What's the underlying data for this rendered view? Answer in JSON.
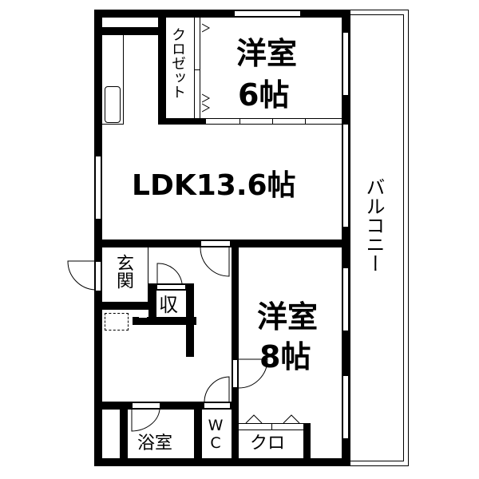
{
  "floor_plan": {
    "rooms": {
      "western_room_1": {
        "name": "洋室",
        "size": "6帖"
      },
      "ldk": {
        "label": "LDK13.6帖"
      },
      "western_room_2": {
        "name": "洋室",
        "size": "8帖"
      },
      "closet_1": {
        "label": "クロゼット"
      },
      "entrance": {
        "label": "玄関"
      },
      "storage": {
        "label": "収"
      },
      "bathroom": {
        "label": "浴室"
      },
      "wc": {
        "label": "WC"
      },
      "closet_2": {
        "label": "クロ"
      },
      "balcony": {
        "label": "バルコニー"
      }
    },
    "colors": {
      "wall": "#000000",
      "background": "#ffffff"
    }
  }
}
